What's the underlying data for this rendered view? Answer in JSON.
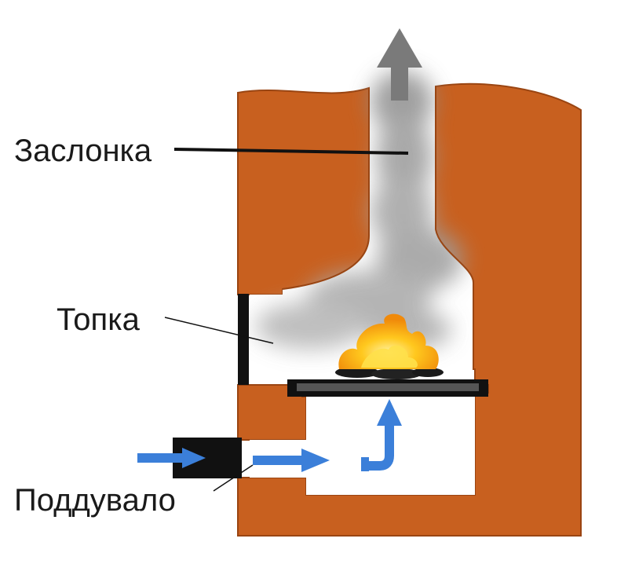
{
  "labels": {
    "damper": "Заслонка",
    "firebox": "Топка",
    "ash_pit": "Поддувало"
  },
  "colors": {
    "brick": "#c8601f",
    "brick_edge": "#9a4512",
    "smoke": "#9a9a9a",
    "air_arrow": "#3b7fd9",
    "exhaust_arrow": "#7a7a7a",
    "flame_outer": "#f5a10a",
    "flame_inner": "#ffd84a",
    "metal": "#111111"
  },
  "icons": {
    "exhaust": "arrow-up-icon",
    "air_in": "arrow-right-icon",
    "air_up": "arrow-turn-up-icon",
    "fire": "flame-icon"
  }
}
